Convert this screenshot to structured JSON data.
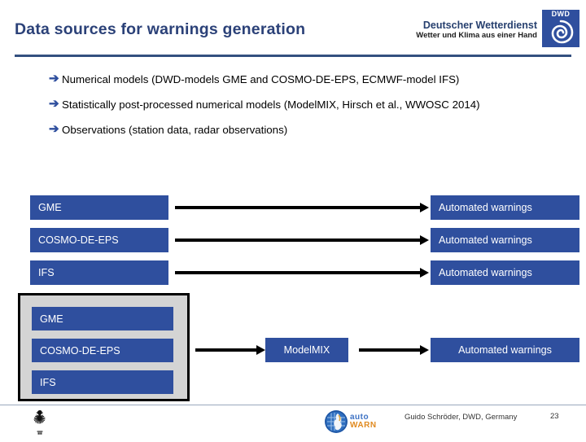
{
  "header": {
    "title": "Data sources for warnings generation",
    "brand": {
      "name": "Deutscher Wetterdienst",
      "tagline": "Wetter und Klima aus einer Hand",
      "logo_letters": "DWD",
      "logo_icon": "spiral-icon"
    }
  },
  "bullets": [
    {
      "marker": "➔",
      "text": "Numerical models (DWD-models GME and COSMO-DE-EPS, ECMWF-model IFS)"
    },
    {
      "marker": "➔",
      "text": "Statistically post-processed numerical models (ModelMIX, Hirsch et al., WWOSC 2014)"
    },
    {
      "marker": "➔",
      "text": "Observations (station data, radar observations)"
    }
  ],
  "diagram_direct": {
    "rows": [
      {
        "source": "GME",
        "arrow": "arrow-right-icon",
        "target": "Automated warnings"
      },
      {
        "source": "COSMO-DE-EPS",
        "arrow": "arrow-right-icon",
        "target": "Automated warnings"
      },
      {
        "source": "IFS",
        "arrow": "arrow-right-icon",
        "target": "Automated warnings"
      }
    ]
  },
  "diagram_modelmix": {
    "group_sources": [
      "GME",
      "COSMO-DE-EPS",
      "IFS"
    ],
    "arrow1": "arrow-right-icon",
    "processor": "ModelMIX",
    "arrow2": "arrow-right-icon",
    "target": "Automated warnings"
  },
  "footer": {
    "eagle_logo": "bundesadler-icon",
    "autowarn_logo_line1": "auto",
    "autowarn_logo_line2": "WARN",
    "credit": "Guido Schröder, DWD, Germany",
    "page_number": "23"
  },
  "colors": {
    "box_blue": "#2f4f9e",
    "title_blue": "#2b4178",
    "rule_blue": "#33507f",
    "group_gray": "#d4d4d4",
    "autowarn_orange": "#e08a20"
  }
}
